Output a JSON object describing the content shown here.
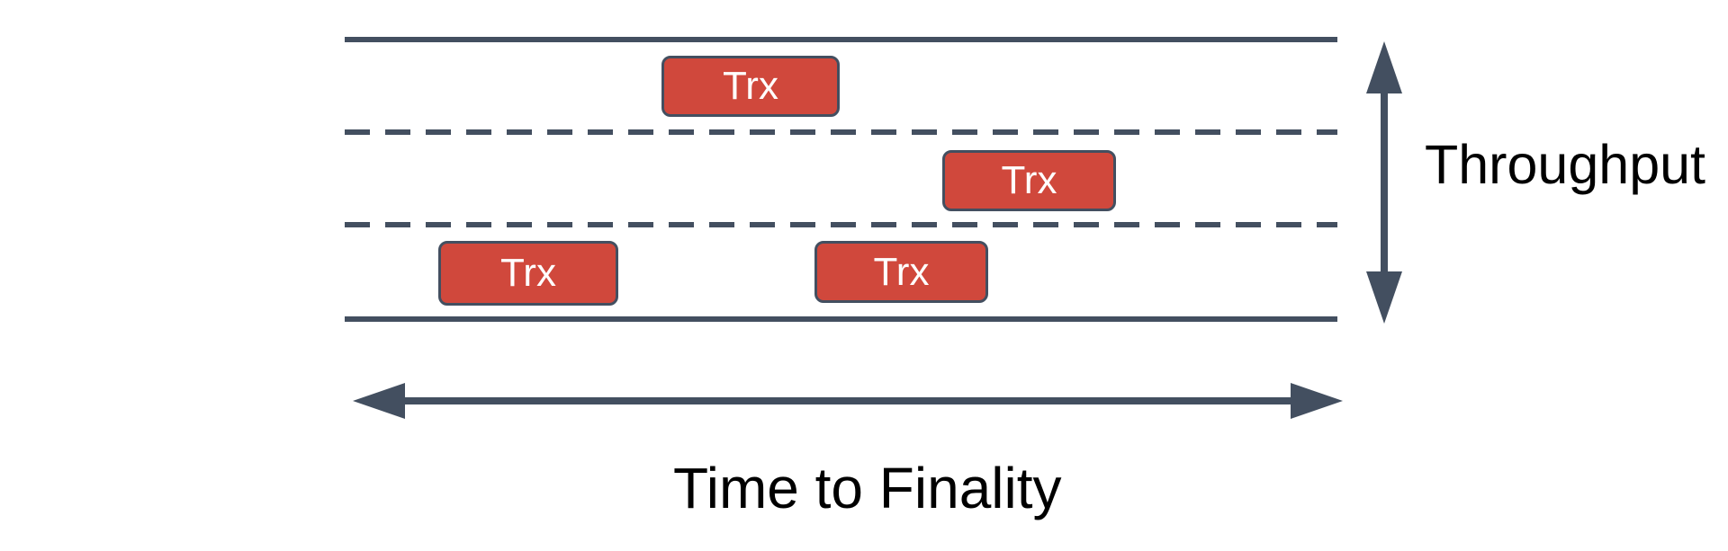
{
  "diagram": {
    "type": "lane-diagram",
    "description": "Three-lane road diagram with transaction boxes, vertical throughput axis and horizontal time-to-finality axis",
    "axes": {
      "vertical_label": "Throughput",
      "horizontal_label": "Time to Finality"
    },
    "lanes": {
      "count": 3,
      "boundary_style": "solid",
      "divider_style": "dashed"
    },
    "trx_boxes": [
      {
        "label": "Trx",
        "lane": "top"
      },
      {
        "label": "Trx",
        "lane": "middle"
      },
      {
        "label": "Trx",
        "lane": "bottom"
      },
      {
        "label": "Trx",
        "lane": "bottom"
      }
    ],
    "colors": {
      "line": "#434F60",
      "arrow": "#434F60",
      "trx_fill": "#D0483C",
      "trx_border": "#434F60",
      "trx_text": "#FFFFFF",
      "axis_label_text": "#000000",
      "background": "#FFFFFF"
    }
  }
}
